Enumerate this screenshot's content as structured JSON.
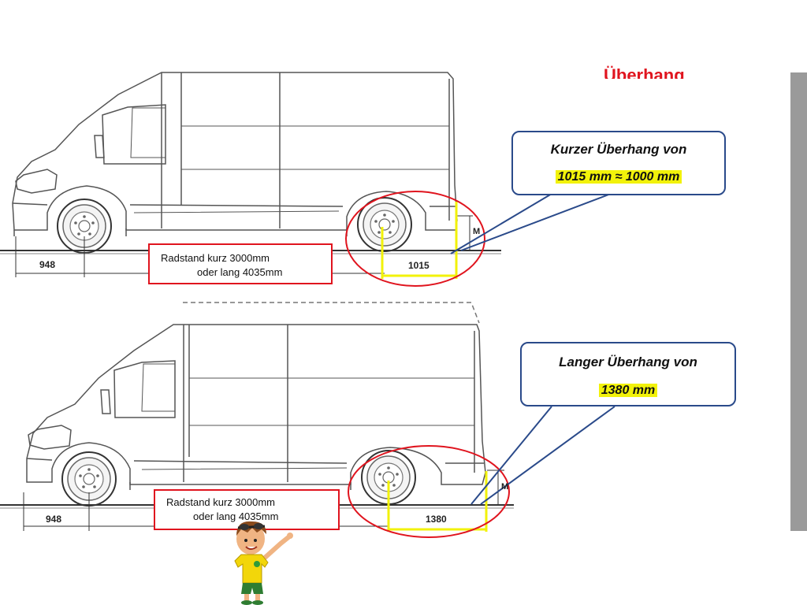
{
  "heading": "Überhang",
  "colors": {
    "red": "#e0141e",
    "navy": "#2a4a8a",
    "yellow": "#f2f20a",
    "line": "#555555",
    "scrollbar": "#9a9a9a"
  },
  "top_diagram": {
    "front_overhang": "948",
    "rear_overhang": "1015",
    "wheelbase_line1": "Radstand kurz 3000mm",
    "wheelbase_line2": "oder lang 4035mm",
    "height_marker": "M",
    "callout_line1": "Kurzer Überhang von",
    "callout_line2": "1015 mm ≈ 1000 mm"
  },
  "bottom_diagram": {
    "front_overhang": "948",
    "rear_overhang": "1380",
    "wheelbase_line1": "Radstand kurz 3000mm",
    "wheelbase_line2": "oder lang 4035mm",
    "height_marker": "M",
    "callout_line1": "Langer Überhang von",
    "callout_line2": "1380 mm"
  },
  "icons": [
    "van-outline",
    "wheel-icon",
    "pointing-boy-icon"
  ]
}
